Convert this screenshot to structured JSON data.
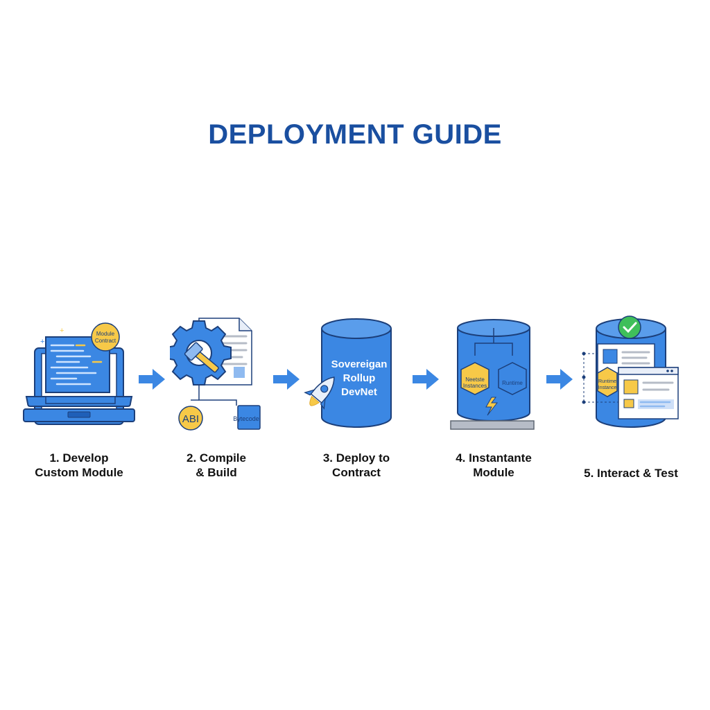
{
  "title": "DEPLOYMENT GUIDE",
  "colors": {
    "title": "#1a4fa0",
    "blue": "#3b87e3",
    "blue_dark": "#1f5fb8",
    "yellow": "#f7c948",
    "outline": "#1c3f7a",
    "paper": "#ffffff",
    "gray": "#b6bcc7"
  },
  "steps": [
    {
      "line1": "1. Develop",
      "line2": "Custom Module",
      "icon": "laptop-code-icon",
      "badge": "Module\nContract"
    },
    {
      "line1": "2. Compile",
      "line2": "& Build",
      "icon": "gear-hammer-document-icon",
      "abi_label": "ABI",
      "bytecode_label": "Bytecode"
    },
    {
      "line1": "3. Deploy to",
      "line2": "Contract",
      "icon": "rocket-database-icon",
      "db_text": [
        "Sovereigan",
        "Rollup",
        "DevNet"
      ]
    },
    {
      "line1": "4. Instantante",
      "line2": "Module",
      "icon": "database-modules-icon",
      "left_module": [
        "Neetste",
        "Instances"
      ],
      "right_module": "Runtime"
    },
    {
      "line1": "5. Interact & Test",
      "line2": "",
      "icon": "database-browser-check-icon",
      "module_label": [
        "Runtime",
        "Instance"
      ]
    }
  ]
}
